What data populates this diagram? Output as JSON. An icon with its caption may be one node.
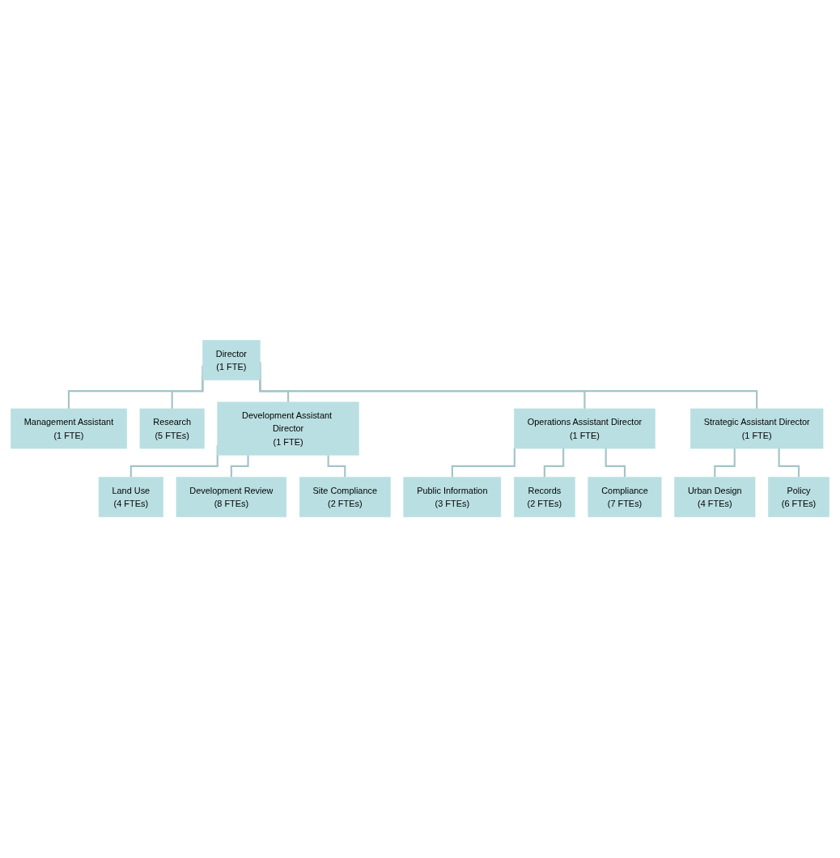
{
  "diagram": {
    "nodes": [
      {
        "text": [
          "Director",
          "(1 FTE)"
        ]
      },
      {
        "text": [
          "Management Assistant",
          "(1 FTE)"
        ]
      },
      {
        "text": [
          "Research",
          "(5 FTEs)"
        ]
      },
      {
        "text": [
          "Development Assistant Director",
          "(1 FTE)"
        ]
      },
      {
        "text": [
          "Operations Assistant Director",
          "(1 FTE)"
        ]
      },
      {
        "text": [
          "Strategic Assistant Director",
          "(1 FTE)"
        ]
      },
      {
        "text": [
          "Land Use",
          "(4 FTEs)"
        ]
      },
      {
        "text": [
          "Public Information",
          "(3 FTEs)"
        ]
      },
      {
        "text": [
          "Urban Design",
          "(4 FTEs)"
        ]
      },
      {
        "text": [
          "Development Review",
          "(8 FTEs)"
        ]
      },
      {
        "text": [
          "Records",
          "(2 FTEs)"
        ]
      },
      {
        "text": [
          "Policy",
          "(6 FTEs)"
        ]
      },
      {
        "text": [
          "Site Compliance",
          "(2 FTEs)"
        ]
      },
      {
        "text": [
          "Compliance",
          "(7 FTEs)"
        ]
      }
    ],
    "edges": [
      {
        "from": 0,
        "to": 1,
        "arrow": "none"
      },
      {
        "from": 0,
        "to": 2,
        "arrow": "none"
      },
      {
        "from": 0,
        "to": 3,
        "arrow": "none"
      },
      {
        "from": 0,
        "to": 4,
        "arrow": "none"
      },
      {
        "from": 0,
        "to": 5,
        "arrow": "none"
      },
      {
        "from": 3,
        "to": 6,
        "arrow": "none"
      },
      {
        "from": 3,
        "to": 9,
        "arrow": "none"
      },
      {
        "from": 3,
        "to": 12,
        "arrow": "none"
      },
      {
        "from": 4,
        "to": 7,
        "arrow": "none"
      },
      {
        "from": 4,
        "to": 10,
        "arrow": "none"
      },
      {
        "from": 4,
        "to": 13,
        "arrow": "none"
      },
      {
        "from": 5,
        "to": 8,
        "arrow": "none"
      },
      {
        "from": 5,
        "to": 11,
        "arrow": "none"
      }
    ]
  }
}
